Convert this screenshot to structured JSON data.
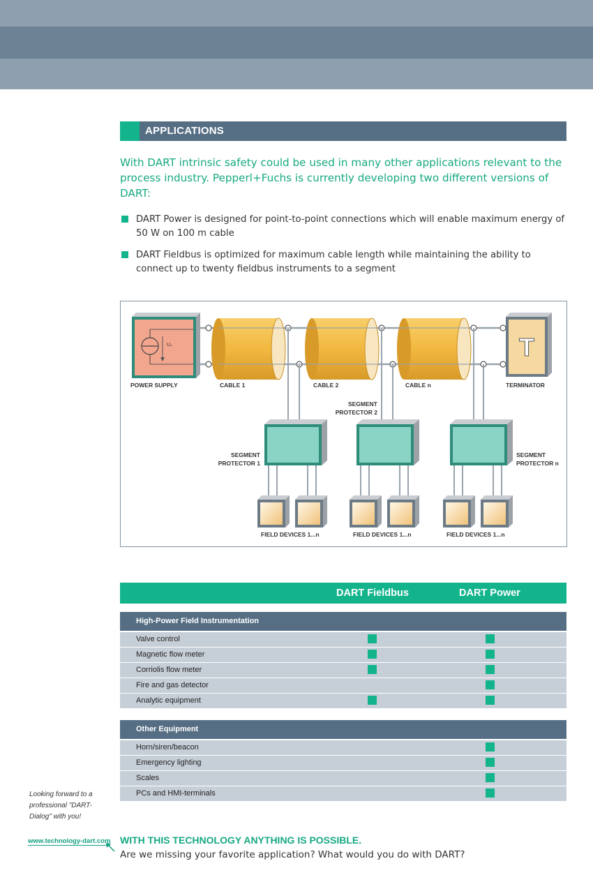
{
  "section": {
    "title": "APPLICATIONS"
  },
  "intro": "With DART intrinsic safety could be used in many other applications relevant to the process industry. Pepperl+Fuchs is currently developing two different versions of DART:",
  "bullets": [
    "DART Power is designed for point-to-point connections which will enable maximum energy of 50 W on 100 m cable",
    "DART Fieldbus is optimized for maximum cable length while maintaining the ability to connect up to twenty fieldbus instruments to a segment"
  ],
  "diagram": {
    "labels": {
      "power_supply": "POWER SUPPLY",
      "cable1": "CABLE 1",
      "cable2": "CABLE 2",
      "cablen": "CABLE n",
      "terminator": "TERMINATOR",
      "terminator_symbol": "T",
      "voltage": "Uₛ",
      "seg1_a": "SEGMENT",
      "seg1_b": "PROTECTOR 1",
      "seg2_a": "SEGMENT",
      "seg2_b": "PROTECTOR 2",
      "segn_a": "SEGMENT",
      "segn_b": "PROTECTOR n",
      "field1": "FIELD DEVICES 1...n",
      "field2": "FIELD DEVICES 1...n",
      "fieldn": "FIELD DEVICES 1...n"
    },
    "colors": {
      "supply": "#f3a68e",
      "cable": "#f2b840",
      "protector": "#8ad4c6",
      "device": "#f5d9a0"
    }
  },
  "table": {
    "col1": "DART Fieldbus",
    "col2": "DART Power",
    "groups": [
      {
        "title": "High-Power Field Instrumentation",
        "rows": [
          {
            "label": "Valve control",
            "fieldbus": true,
            "power": true
          },
          {
            "label": "Magnetic flow meter",
            "fieldbus": true,
            "power": true
          },
          {
            "label": "Corriolis flow meter",
            "fieldbus": true,
            "power": true
          },
          {
            "label": "Fire and gas detector",
            "fieldbus": false,
            "power": true
          },
          {
            "label": "Analytic equipment",
            "fieldbus": true,
            "power": true
          }
        ]
      },
      {
        "title": "Other Equipment",
        "rows": [
          {
            "label": "Horn/siren/beacon",
            "fieldbus": false,
            "power": true
          },
          {
            "label": "Emergency lighting",
            "fieldbus": false,
            "power": true
          },
          {
            "label": "Scales",
            "fieldbus": false,
            "power": true
          },
          {
            "label": "PCs and HMI-terminals",
            "fieldbus": false,
            "power": true
          }
        ]
      }
    ]
  },
  "sidenote": "Looking forward to a professional \"DART-Dialog\" with you!",
  "weblink": "www.technology-dart.com",
  "footer": {
    "claim": "WITH THIS TECHNOLOGY ANYTHING IS POSSIBLE.",
    "question": "Are we missing your favorite application? What would you do with DART?"
  }
}
